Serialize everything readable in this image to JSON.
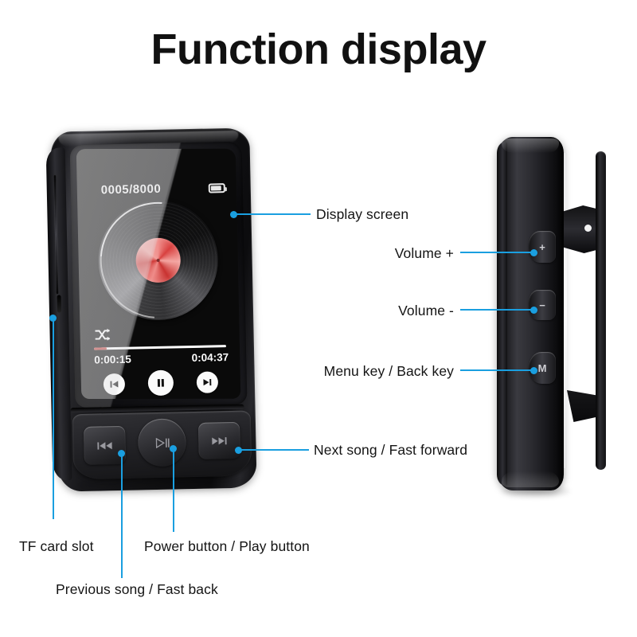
{
  "title": "Function display",
  "accent_color": "#1a9fe0",
  "background_color": "#ffffff",
  "front_device": {
    "screen": {
      "track_counter": "0005/8000",
      "battery_icon": "battery-icon",
      "shuffle_icon": "shuffle-icon",
      "elapsed_time": "0:00:15",
      "total_time": "0:04:37",
      "progress_percent": 10,
      "album_art": "vinyl-record",
      "vinyl_label_color": "#d8403f",
      "transport": [
        {
          "name": "previous-track",
          "icon": "skip-back-icon"
        },
        {
          "name": "pause",
          "icon": "pause-icon"
        },
        {
          "name": "next-track",
          "icon": "skip-forward-icon"
        }
      ]
    },
    "physical_buttons": [
      {
        "name": "previous-button",
        "icon": "rewind-icon"
      },
      {
        "name": "power-play-button",
        "icon": "play-pause-icon"
      },
      {
        "name": "next-button",
        "icon": "fast-forward-icon"
      }
    ]
  },
  "side_device": {
    "buttons": [
      {
        "name": "volume-up-button",
        "glyph": "+"
      },
      {
        "name": "volume-down-button",
        "glyph": "−"
      },
      {
        "name": "menu-button",
        "glyph": "M"
      }
    ],
    "clip": "belt-clip"
  },
  "callouts": [
    {
      "id": "display-screen",
      "label": "Display screen"
    },
    {
      "id": "volume-up",
      "label": "Volume +"
    },
    {
      "id": "volume-down",
      "label": "Volume -"
    },
    {
      "id": "menu-back",
      "label": "Menu key / Back key"
    },
    {
      "id": "next-song",
      "label": "Next song / Fast forward"
    },
    {
      "id": "tf-card-slot",
      "label": "TF card slot"
    },
    {
      "id": "power-play",
      "label": "Power button / Play button"
    },
    {
      "id": "previous-song",
      "label": "Previous song / Fast back"
    }
  ]
}
